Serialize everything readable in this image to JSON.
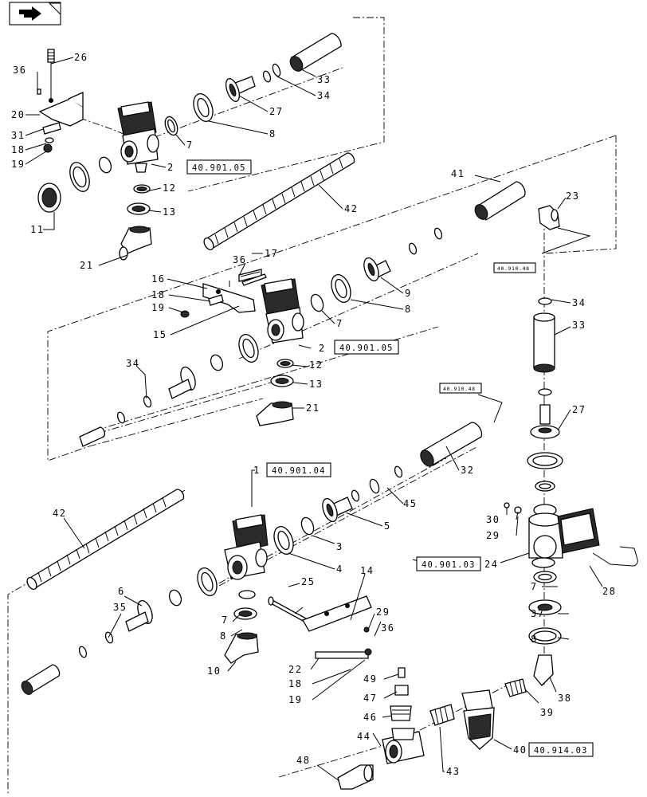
{
  "nav_icon": "back-arrow-icon",
  "labels": {
    "l1": "1",
    "l2a": "2",
    "l2b": "2",
    "l3": "3",
    "l4": "4",
    "l5": "5",
    "l6": "6",
    "l7a": "7",
    "l7b": "7",
    "l7c": "7",
    "l7d": "7",
    "l8a": "8",
    "l8b": "8",
    "l8c": "8",
    "l8d": "8",
    "l9": "9",
    "l10": "10",
    "l11": "11",
    "l12a": "12",
    "l12b": "12",
    "l13a": "13",
    "l13b": "13",
    "l14": "14",
    "l15": "15",
    "l16": "16",
    "l17": "17",
    "l18a": "18",
    "l18b": "18",
    "l18c": "18",
    "l19a": "19",
    "l19b": "19",
    "l19c": "19",
    "l20": "20",
    "l21a": "21",
    "l21b": "21",
    "l22": "22",
    "l23": "23",
    "l24": "24",
    "l25": "25",
    "l26": "26",
    "l27a": "27",
    "l27b": "27",
    "l28": "28",
    "l29a": "29",
    "l29b": "29",
    "l30": "30",
    "l31": "31",
    "l32": "32",
    "l33a": "33",
    "l33b": "33",
    "l34a": "34",
    "l34b": "34",
    "l34c": "34",
    "l35": "35",
    "l36a": "36",
    "l36b": "36",
    "l36c": "36",
    "l37": "37",
    "l38": "38",
    "l39": "39",
    "l40": "40",
    "l41": "41",
    "l42a": "42",
    "l42b": "42",
    "l43": "43",
    "l44": "44",
    "l45": "45",
    "l46": "46",
    "l47": "47",
    "l48": "48",
    "l49": "49"
  },
  "refs": {
    "r1": "40.901.05",
    "r2": "40.901.05",
    "r3": "40.901.04",
    "r4": "40.901.03",
    "r5": "40.914.03",
    "r6": "40.910.48",
    "r7": "40.910.48"
  }
}
